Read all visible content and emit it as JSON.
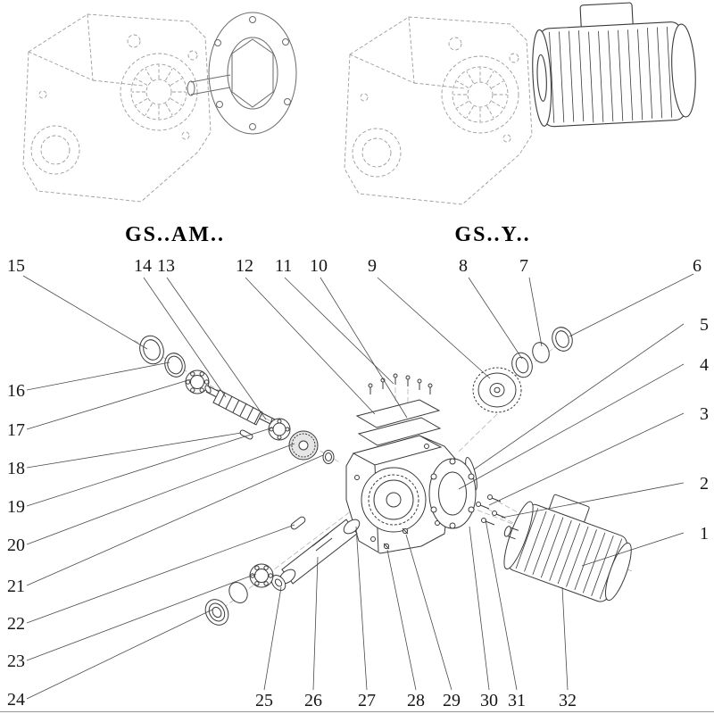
{
  "titles": {
    "left": "GS..AM..",
    "right": "GS..Y.."
  },
  "callouts": {
    "n1": "1",
    "n2": "2",
    "n3": "3",
    "n4": "4",
    "n5": "5",
    "n6": "6",
    "n7": "7",
    "n8": "8",
    "n9": "9",
    "n10": "10",
    "n11": "11",
    "n12": "12",
    "n13": "13",
    "n14": "14",
    "n15": "15",
    "n16": "16",
    "n17": "17",
    "n18": "18",
    "n19": "19",
    "n20": "20",
    "n21": "21",
    "n22": "22",
    "n23": "23",
    "n24": "24",
    "n25": "25",
    "n26": "26",
    "n27": "27",
    "n28": "28",
    "n29": "29",
    "n30": "30",
    "n31": "31",
    "n32": "32"
  },
  "colors": {
    "line": "#3a3a3a",
    "ghost": "#9b9b9b",
    "leader": "#4a4a4a"
  }
}
